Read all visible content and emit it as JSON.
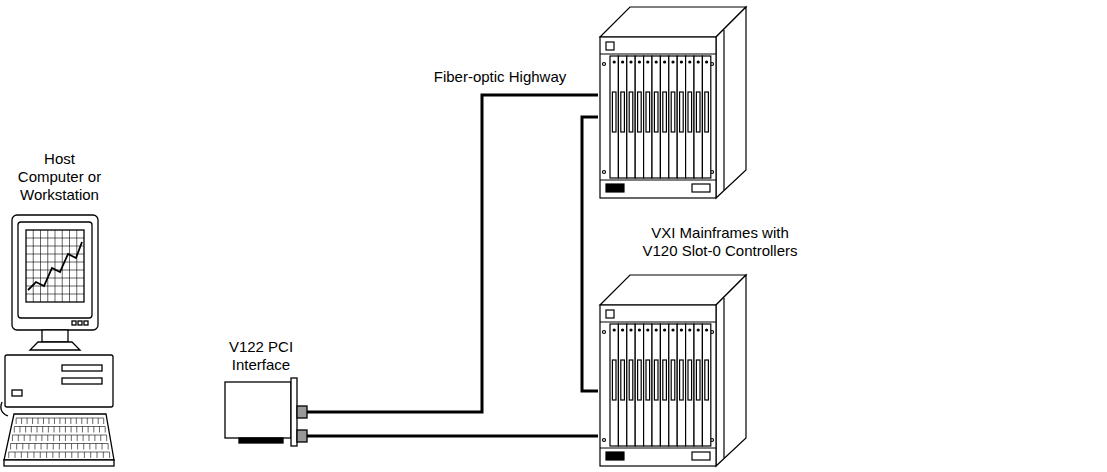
{
  "diagram": {
    "nodes": [
      {
        "text": [
          "Host Computer or Workstation"
        ]
      },
      {
        "text": [
          "V122 PCI Interface"
        ]
      },
      {
        "text": []
      },
      {
        "text": []
      }
    ],
    "edges": [
      {
        "from": 1,
        "to": 2,
        "arrow": "none",
        "label": "Fiber-optic Highway"
      },
      {
        "from": 2,
        "to": 3,
        "arrow": "none"
      },
      {
        "from": 1,
        "to": 3,
        "arrow": "none"
      }
    ],
    "labels": [
      "VXI Mainframes with V120 Slot-0 Controllers"
    ]
  }
}
